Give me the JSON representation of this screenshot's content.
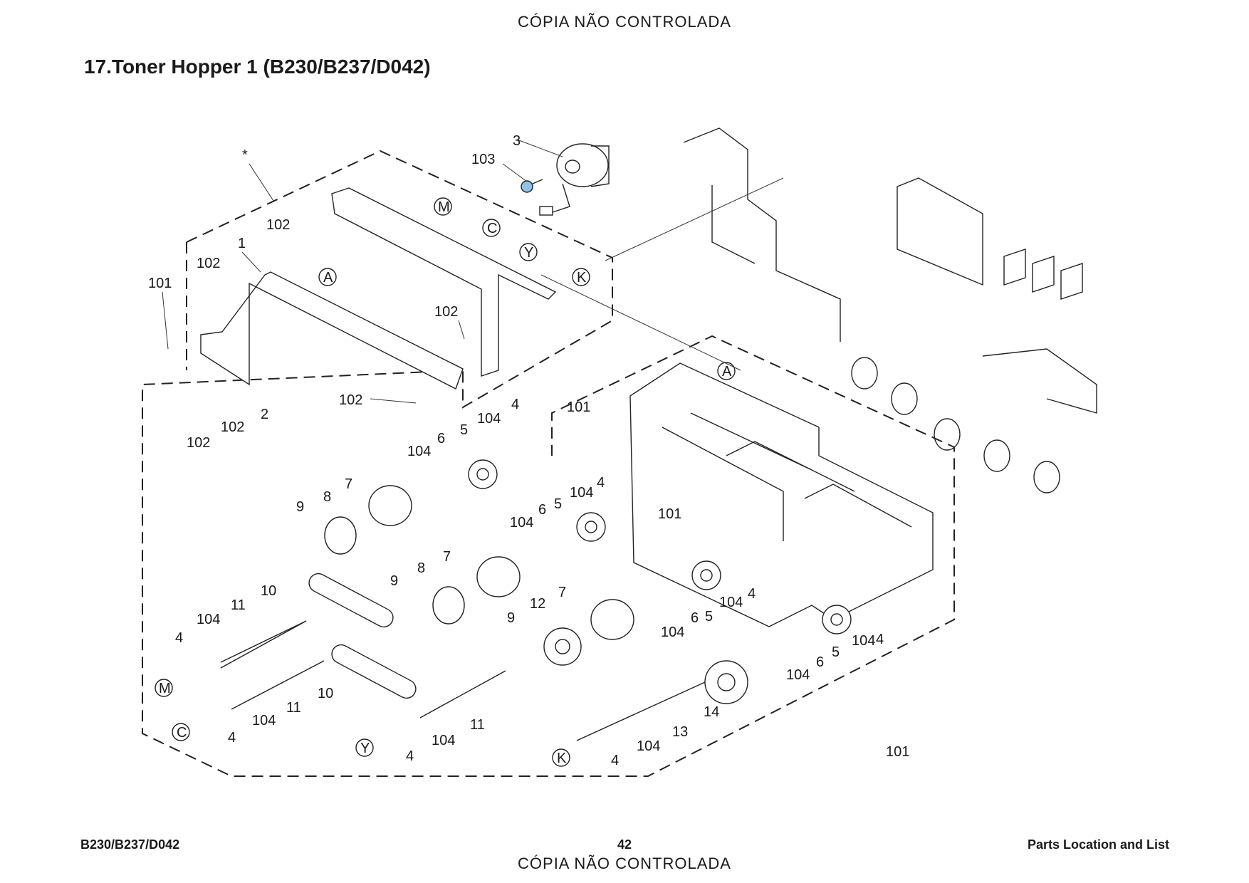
{
  "header": {
    "watermark": "CÓPIA NÃO CONTROLADA"
  },
  "title": "17.Toner Hopper 1 (B230/B237/D042)",
  "footer": {
    "left": "B230/B237/D042",
    "page_number": "42",
    "right": "Parts Location and List",
    "watermark": "CÓPIA NÃO CONTROLADA"
  },
  "diagram": {
    "callouts": [
      "1",
      "2",
      "3",
      "4",
      "5",
      "6",
      "7",
      "8",
      "9",
      "10",
      "11",
      "12",
      "13",
      "14",
      "101",
      "102",
      "103",
      "104",
      "*"
    ],
    "circled_letters": [
      "M",
      "C",
      "Y",
      "K",
      "A"
    ],
    "highlight_color": "#8fc3e8"
  }
}
